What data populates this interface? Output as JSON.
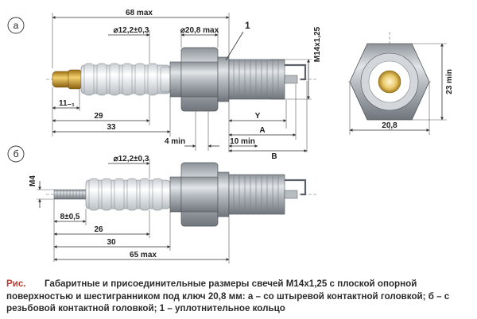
{
  "view_a": {
    "label": "а",
    "dims": {
      "overall": "68 max",
      "insulator_diam": "⌀12,2±0,3",
      "hex_diam": "⌀20,8 max",
      "ring_callout": "1",
      "terminal": "11₋₁",
      "d29": "29",
      "d33": "33",
      "d4min": "4 min",
      "d10min": "10 min",
      "Y": "Y",
      "A": "A",
      "B": "B",
      "thread": "M14x1,25"
    }
  },
  "view_b": {
    "label": "б",
    "dims": {
      "insulator_diam": "⌀12,2±0,3",
      "stud": "M4",
      "d8": "8±0,5",
      "d26": "26",
      "d30": "30",
      "overall": "65 max"
    }
  },
  "end_view": {
    "dims": {
      "height": "23 min",
      "width": "20,8"
    }
  },
  "caption": {
    "prefix": "Рис.",
    "text": "Габаритные и присоединительные размеры свечей M14x1,25 с плоской опорной поверхностью и шестигранником под ключ 20,8 мм: а – со штыревой контактной головкой; б – с резьбовой контактной головкой; 1 – уплотнительное кольцо"
  },
  "colors": {
    "caption_prefix": "#c0392b",
    "terminal_brass": "#d9a53a",
    "metal": "#b9bec4",
    "insulator": "#e9ecef"
  }
}
